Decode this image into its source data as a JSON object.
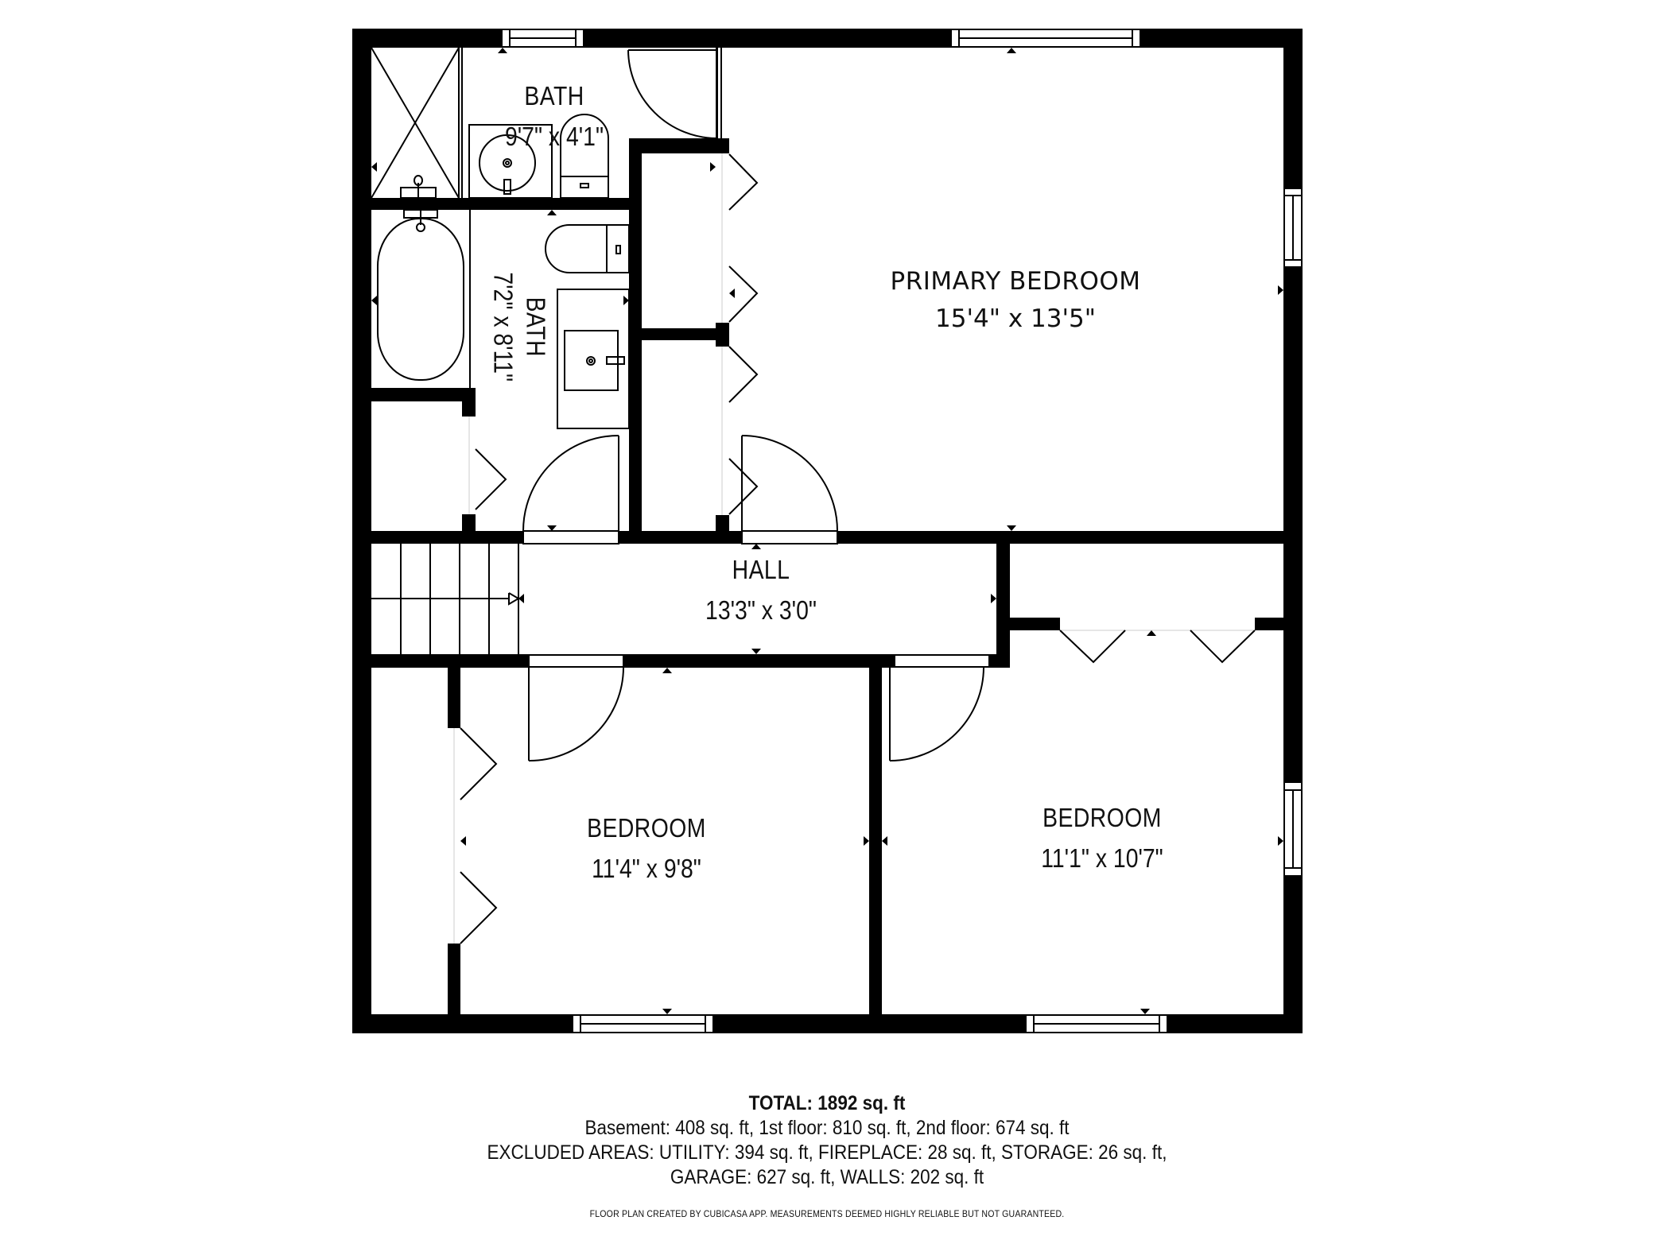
{
  "floor_plan": {
    "rooms": [
      {
        "id": "bath-upper",
        "name": "BATH",
        "dimensions": "9'7\" x 4'1\""
      },
      {
        "id": "bath-lower",
        "name": "BATH",
        "dimensions": "7'2\" x 8'11\""
      },
      {
        "id": "primary-bedroom",
        "name": "PRIMARY BEDROOM",
        "dimensions": "15'4\" x 13'5\""
      },
      {
        "id": "hall",
        "name": "HALL",
        "dimensions": "13'3\" x 3'0\""
      },
      {
        "id": "bedroom-left",
        "name": "BEDROOM",
        "dimensions": "11'4\" x 9'8\""
      },
      {
        "id": "bedroom-right",
        "name": "BEDROOM",
        "dimensions": "11'1\" x 10'7\""
      }
    ],
    "colors": {
      "wall": "#000000",
      "background": "#ffffff",
      "line": "#111111"
    }
  },
  "summary": {
    "total": "TOTAL: 1892 sq. ft",
    "floors": "Basement: 408 sq. ft, 1st floor: 810 sq. ft, 2nd floor: 674 sq. ft",
    "excluded_line1": "EXCLUDED AREAS: UTILITY: 394 sq. ft, FIREPLACE: 28 sq. ft, STORAGE: 26 sq. ft,",
    "excluded_line2": "GARAGE: 627 sq. ft, WALLS: 202 sq. ft",
    "disclaimer": "FLOOR PLAN CREATED BY CUBICASA APP. MEASUREMENTS DEEMED HIGHLY RELIABLE BUT NOT GUARANTEED."
  }
}
